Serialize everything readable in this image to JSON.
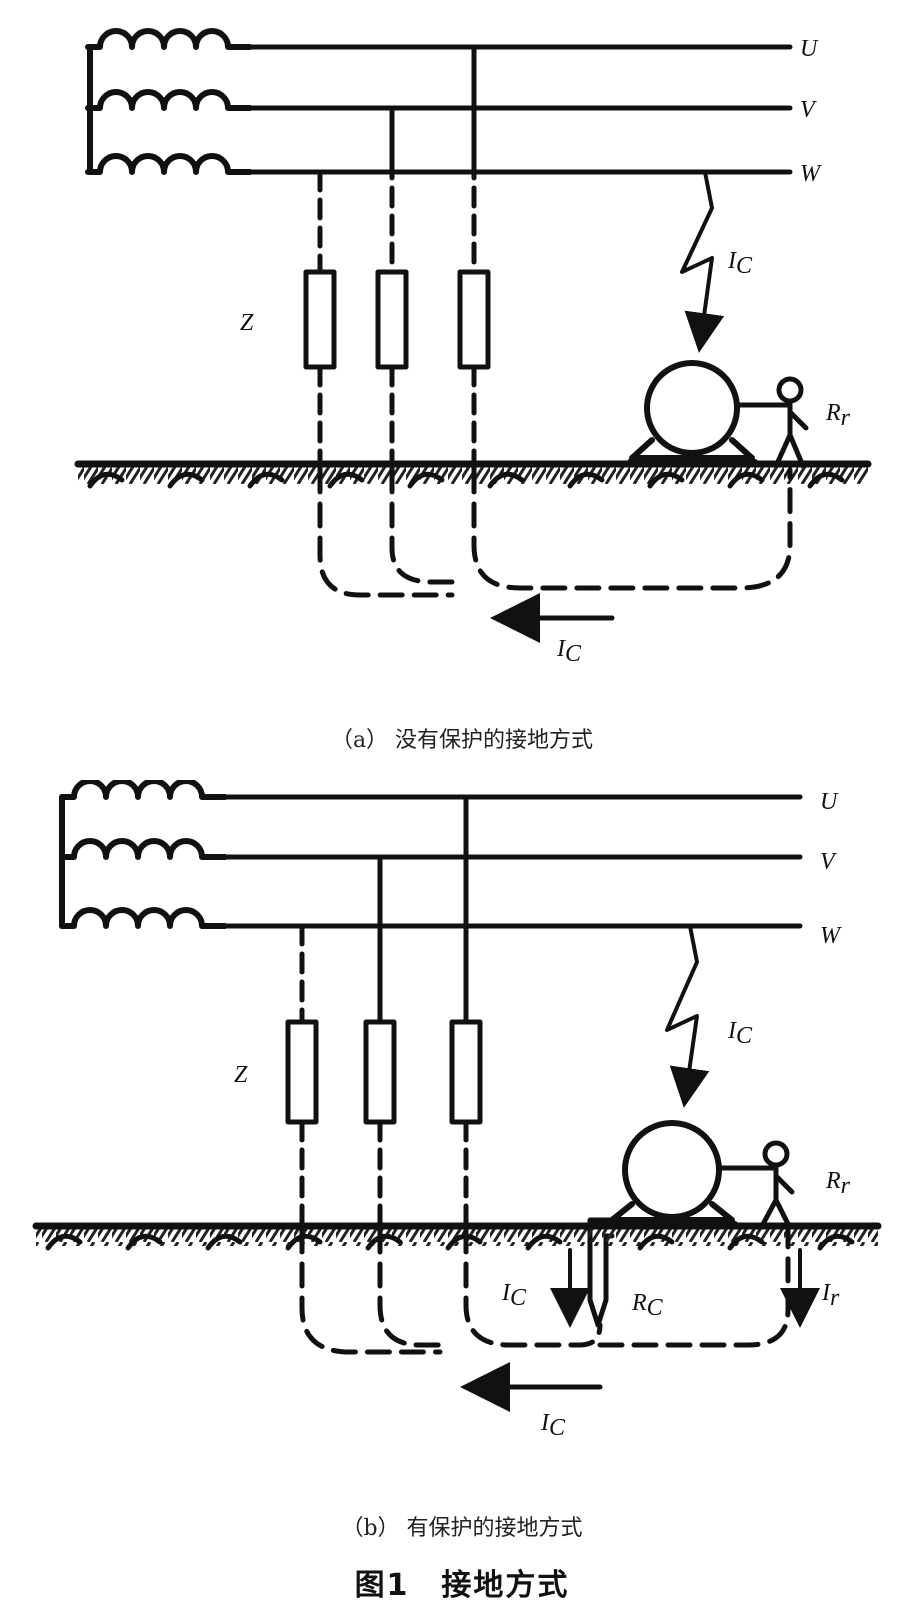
{
  "diagram_a": {
    "phase_labels": [
      "U",
      "V",
      "W"
    ],
    "impedance_label": "Z",
    "fault_current": {
      "base": "I",
      "sub": "C"
    },
    "body_resistance": {
      "base": "R",
      "sub": "r"
    },
    "return_current": {
      "base": "I",
      "sub": "C"
    },
    "caption": "（a） 没有保护的接地方式"
  },
  "diagram_b": {
    "phase_labels": [
      "U",
      "V",
      "W"
    ],
    "impedance_label": "Z",
    "fault_current": {
      "base": "I",
      "sub": "C"
    },
    "body_resistance": {
      "base": "R",
      "sub": "r"
    },
    "ground_current": {
      "base": "I",
      "sub": "C"
    },
    "ground_resistance": {
      "base": "R",
      "sub": "C"
    },
    "person_current": {
      "base": "I",
      "sub": "r"
    },
    "return_current": {
      "base": "I",
      "sub": "C"
    },
    "caption": "（b） 有保护的接地方式"
  },
  "figure_title": "图1　接地方式"
}
